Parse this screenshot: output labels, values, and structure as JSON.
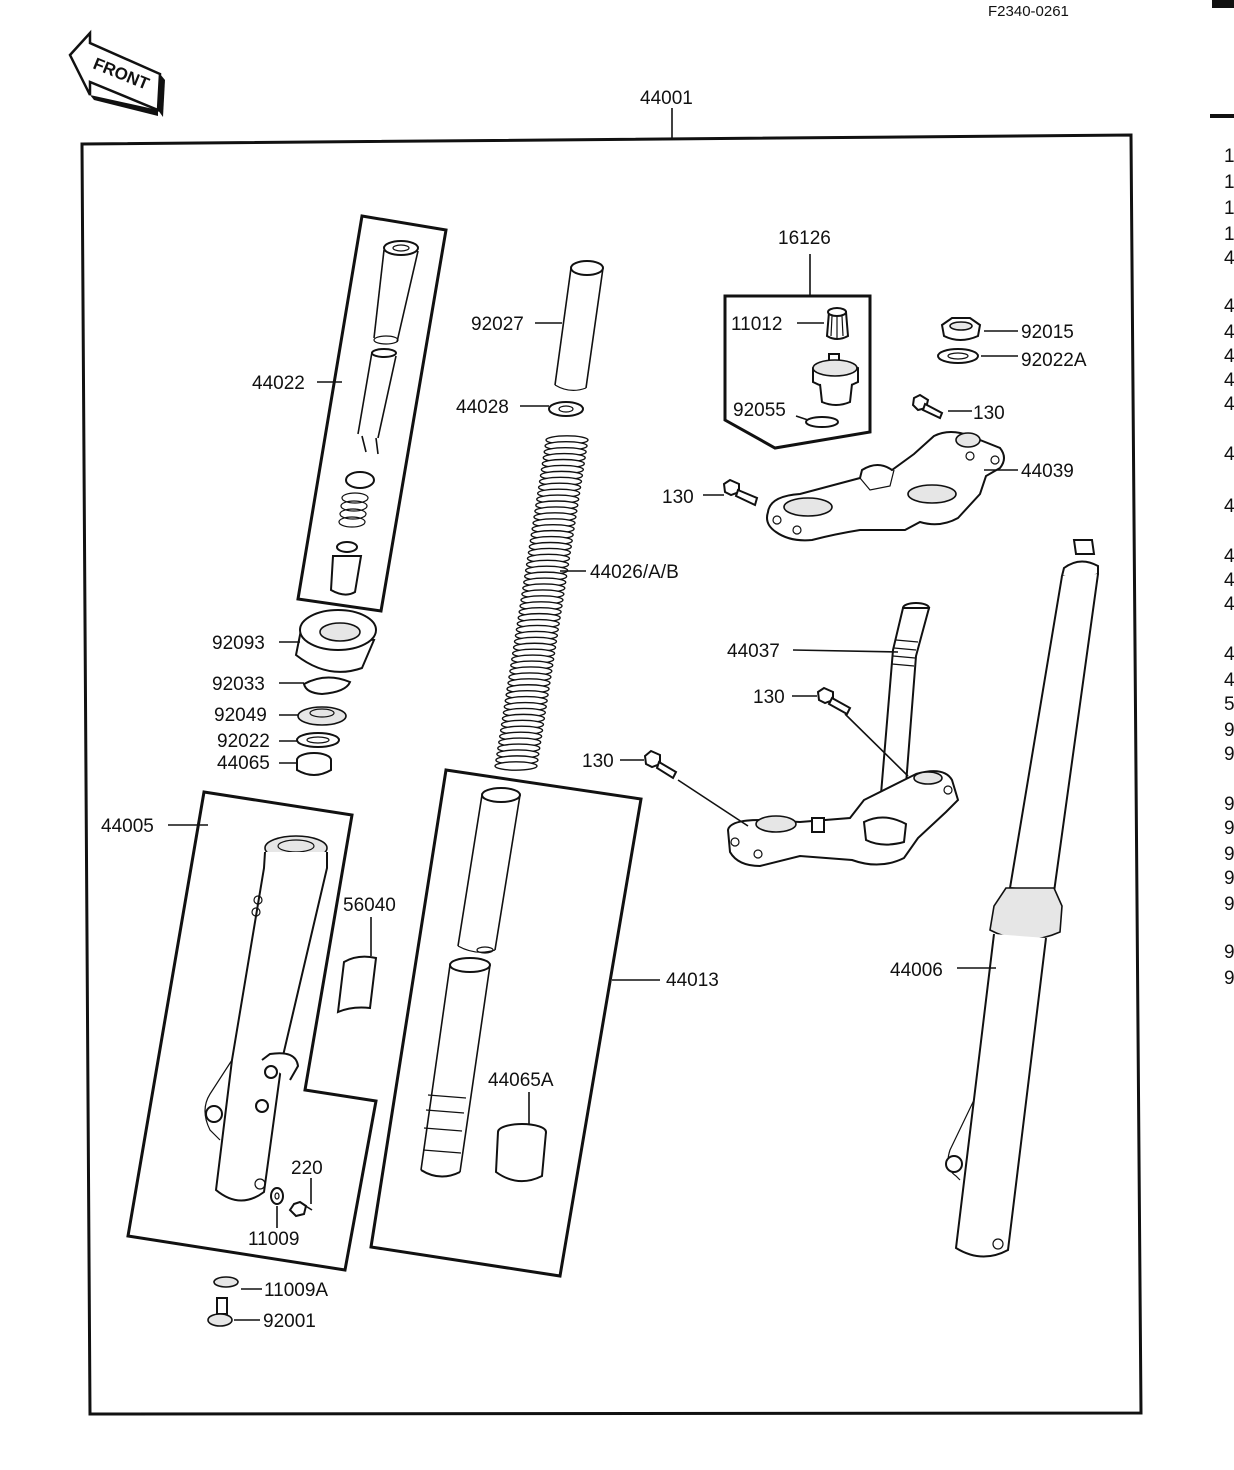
{
  "diagram_code": "F2340-0261",
  "front_label": "FRONT",
  "parts": {
    "p44001": "44001",
    "p16126": "16126",
    "p11012": "11012",
    "p92015": "92015",
    "p92022A": "92022A",
    "p92027": "92027",
    "p44022": "44022",
    "p44028": "44028",
    "p92055": "92055",
    "p130a": "130",
    "p44039": "44039",
    "p130b": "130",
    "p44026": "44026/A/B",
    "p92093": "92093",
    "p44037": "44037",
    "p130c": "130",
    "p92033": "92033",
    "p92049": "92049",
    "p92022": "92022",
    "p44065": "44065",
    "p130d": "130",
    "p44005": "44005",
    "p56040": "56040",
    "p44013": "44013",
    "p44006": "44006",
    "p44065A": "44065A",
    "p220": "220",
    "p11009": "11009",
    "p11009A": "11009A",
    "p92001": "92001"
  },
  "side_list_digits": [
    "1",
    "1",
    "1",
    "1",
    "4",
    "4",
    "4",
    "4",
    "4",
    "4",
    "4",
    "4",
    "4",
    "4",
    "4",
    "4",
    "4",
    "5",
    "9",
    "9",
    "9",
    "9",
    "9",
    "9",
    "9",
    "9",
    "9"
  ]
}
